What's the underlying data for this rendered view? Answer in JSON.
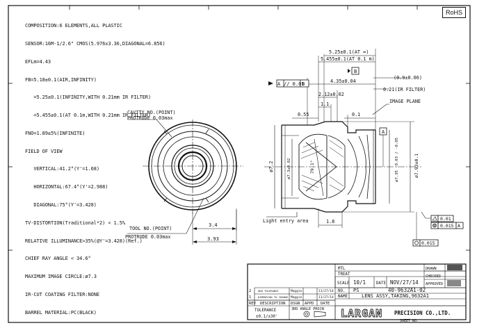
{
  "badge": "RoHS",
  "specs": [
    "COMPOSITION:6 ELEMENTS,ALL PLASTIC",
    "SENSOR:16M-1/2.6\" CMOS(5.976x3.36,DIAGONAL=6.856)",
    "EFLm=4.43",
    "FB=5.18±0.1(AIR,INFINITY)",
    "   =5.25±0.1(INFINITY,WITH 0.21mm IR FILTER)",
    "   =5.455±0.1(AT 0.1m,WITH 0.21mm IR FILTER)",
    "FNO=1.89±5%(INFINITE)",
    "FIELD OF VIEW",
    "   VERTICAL:41.2°(Y'=1.68)",
    "   HORIZONTAL:67.4°(Y'=2.988)",
    "   DIAGONAL:75°(Y'=3.428)",
    "TV-DISTORTION(Traditional*2) < 1.5%",
    "RELATIVE ILLUMINANCE>35%(@Y'=3.428)(Ref.)",
    "CHIEF RAY ANGLE < 34.6°",
    "MAXIMUM IMAGE CIRCLE:ø7.3",
    "IR-CUT COATING FILTER:NONE",
    "BARREL MATERIAL:PC(BLACK)"
  ],
  "front_view": {
    "cavity_note": "CAVITY NO.(POINT)",
    "cavity_protrude": "PROTRUDE 0.03max",
    "tool_note": "TOOL NO.(POINT)",
    "tool_protrude": "PROTRUDE 0.03max",
    "dim_a": "3.4",
    "dim_b": "3.93"
  },
  "side_view": {
    "fb_infinity": "5.25±0.1(AT ∞)",
    "fb_near": "5.455±0.1(AT 0.1 m)",
    "tol_parallel": "// 0.01",
    "datum_b": "B",
    "datum_a": "A",
    "dim_435": "4.35±0.04",
    "dim_212": "2.12±0.02",
    "dim_11": "1.1",
    "dim_055": "0.55",
    "dim_01": "0.1",
    "dim_09": "(0.9±0.06)",
    "ir_filter": "0.21(IR FILTER)",
    "image_plane": "IMAGE PLANE",
    "phi72": "ø7.2",
    "phi73": "ø7.3±0.02",
    "angle": "79.1°",
    "phi735": "ø7.35 -0.03 / -0.05",
    "phi793": "ø7.93±0.1",
    "light_entry": "Light entry area",
    "dim_18": "1.8",
    "tol_flat": "0.01",
    "tol_circ": "0.015",
    "tol_circ_datum": "A",
    "tol_bottom": "0.015"
  },
  "title_block": {
    "mtl_label": "MTL",
    "treat_label": "TREAT",
    "scale_label": "SCALE",
    "scale": "10/1",
    "date_label": "DATE",
    "date": "NOV/27/14",
    "no_label": "NO.",
    "no_prefix": "PS",
    "part_no": "40-9632A1-02",
    "name_label": "NAME",
    "name": "LENS ASSY,TAKING,9632A1",
    "drawn_label": "DRAWN",
    "checked_label": "CHECKED",
    "approved_label": "APPROVED",
    "rev_rows": [
      {
        "mark": "2",
        "desc": "ADD TOLERANCE",
        "by": "Maggie",
        "date": "11/27/14"
      },
      {
        "mark": "1",
        "desc": "DIMENSION TO CHANGE",
        "by": "Maggie",
        "date": "11/27/14"
      }
    ],
    "rev_header": {
      "rev": "REV",
      "desc": "DESCRIPTION",
      "dsgn": "DSGN",
      "appd": "APPD",
      "date": "DATE"
    },
    "tolerance_label": "TOLERANCE",
    "tolerance_value": "±0.1/±30'",
    "projection_label": "3RD ANGLE PROJN",
    "brand": "LARGAN",
    "company": "PRECISION CO.,LTD.",
    "sheet_label": "SHEET NO."
  }
}
